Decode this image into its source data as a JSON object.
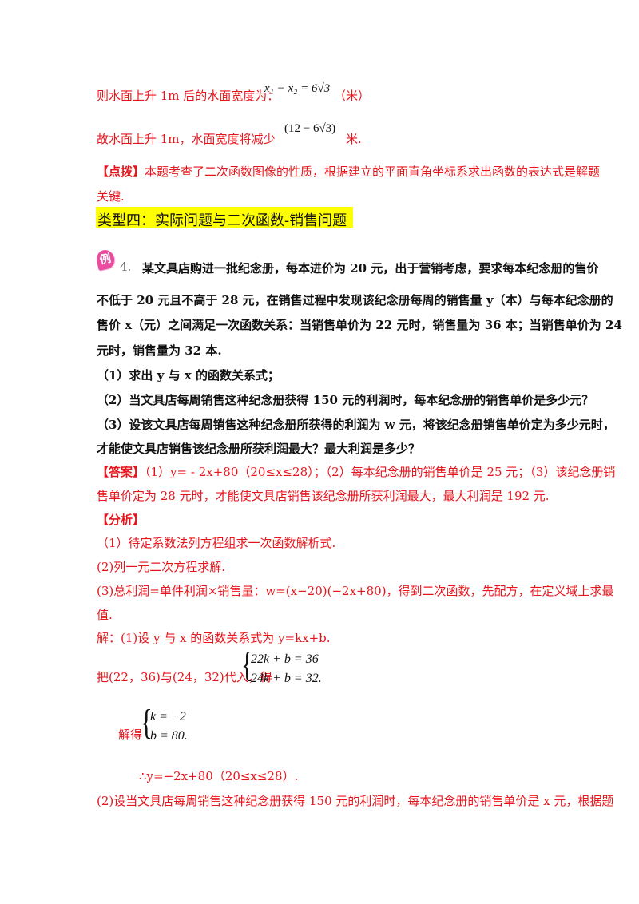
{
  "line1": {
    "prefix": "则水面上升 1m 后的水面宽度为：",
    "formula": "x₁ − x₂ = 6√3",
    "suffix": "（米）"
  },
  "line2": {
    "prefix": "故水面上升 1m，水面宽度将减少",
    "formula": "(12 − 6√3)",
    "suffix": "米."
  },
  "dianbo": {
    "label": "【点拨】",
    "text_1": "本题考查了二次函数图像的性质，根据建立的平面直角坐标系求出函数的表达式是解题",
    "text_2": "关键."
  },
  "section_title": "类型四：实际问题与二次函数-销售问题",
  "example": {
    "badge": "例",
    "number": "4.",
    "lines": [
      "某文具店购进一批纪念册，每本进价为 20 元，出于营销考虑，要求每本纪念册的售价",
      "不低于 20 元且不高于 28 元，在销售过程中发现该纪念册每周的销售量 y（本）与每本纪念册的",
      "售价 x（元）之间满足一次函数关系：当销售单价为 22 元时，销售量为 36 本；当销售单价为 24",
      "元时，销售量为 32 本.",
      "（1）求出 y 与 x 的函数关系式；",
      "（2）当文具店每周销售这种纪念册获得 150 元的利润时，每本纪念册的销售单价是多少元？",
      "（3）设该文具店每周销售这种纪念册所获得的利润为 w 元，将该纪念册销售单价定为多少元时，",
      "才能使文具店销售该纪念册所获利润最大？最大利润是多少？"
    ]
  },
  "answer": {
    "label": "【答案】",
    "text_1": "（1）y= - 2x+80（20≤x≤28）；（2）每本纪念册的销售单价是 25 元；（3）该纪念册销",
    "text_2": "售单价定为 28 元时，才能使文具店销售该纪念册所获利润最大，最大利润是 192 元."
  },
  "analysis": {
    "label": "【分析】",
    "lines": [
      "（1）待定系数法列方程组求一次函数解析式.",
      "(2)列一元二次方程求解.",
      "(3)总利润=单件利润×销售量：w=(x−20)(−2x+80)，得到二次函数，先配方，在定义域上求最",
      "值."
    ]
  },
  "solution": {
    "line_1": "解：(1)设 y 与 x 的函数关系式为 y=kx+b.",
    "sub_prefix": "把(22，36)与(24，32)代入，得",
    "system_1": [
      "22k + b = 36",
      "24k + b = 32."
    ],
    "solve_prefix": "解得",
    "system_2": [
      "k = −2",
      "b = 80."
    ],
    "result": "∴y=−2x+80（20≤x≤28）.",
    "part2": "(2)设当文具店每周销售这种纪念册获得 150 元的利润时，每本纪念册的销售单价是 x 元，根据题"
  },
  "colors": {
    "red": "#e8141b",
    "highlight": "#ffff00",
    "badge": "#e94ca0"
  }
}
